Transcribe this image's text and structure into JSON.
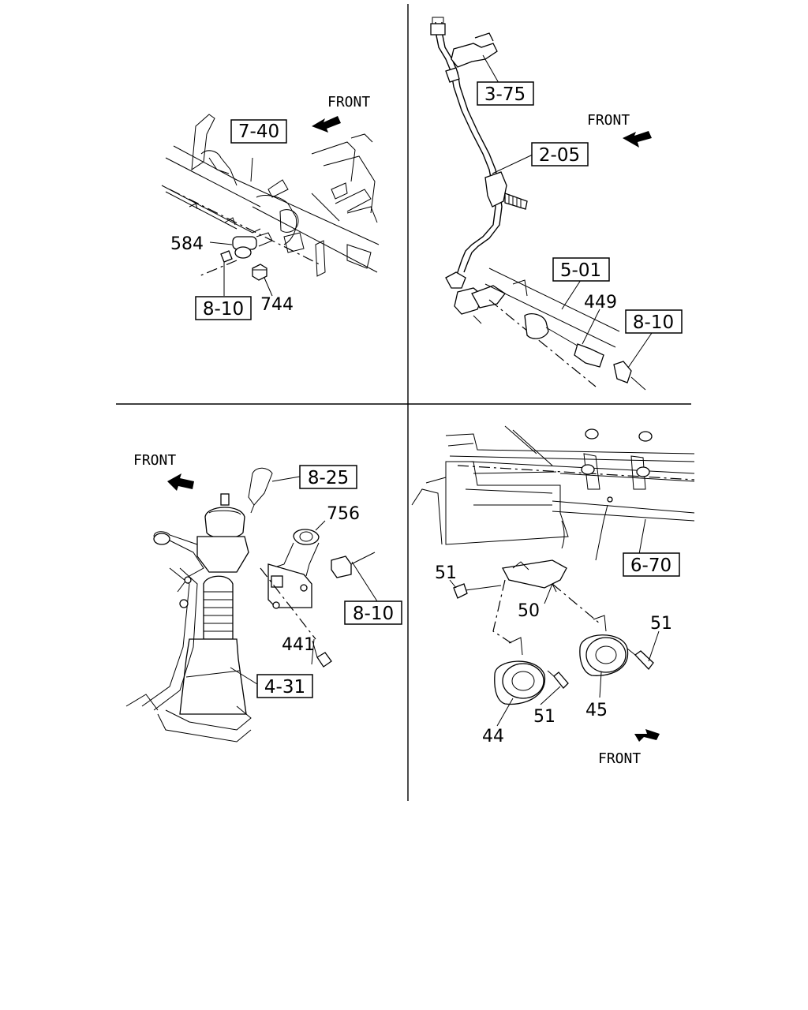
{
  "diagram": {
    "panels": [
      {
        "id": "top-left",
        "front_label": "FRONT",
        "references": [
          "7-40",
          "8-10"
        ],
        "parts": [
          "584",
          "744"
        ]
      },
      {
        "id": "top-right",
        "front_label": "FRONT",
        "references": [
          "3-75",
          "2-05",
          "5-01",
          "8-10"
        ],
        "parts": [
          "449"
        ]
      },
      {
        "id": "bottom-left",
        "front_label": "FRONT",
        "references": [
          "8-25",
          "8-10",
          "4-31"
        ],
        "parts": [
          "756",
          "441"
        ]
      },
      {
        "id": "bottom-right",
        "front_label": "FRONT",
        "references": [
          "6-70"
        ],
        "parts": [
          "51",
          "50",
          "51",
          "51",
          "44",
          "45"
        ]
      }
    ]
  }
}
